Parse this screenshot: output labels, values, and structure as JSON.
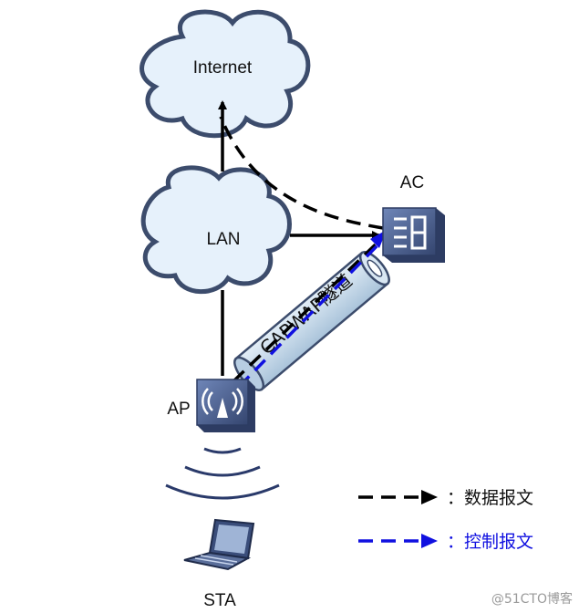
{
  "nodes": {
    "internet": "Internet",
    "lan": "LAN",
    "ac": "AC",
    "ap": "AP",
    "sta": "STA"
  },
  "tunnel": {
    "label": "CAPWAP隧道"
  },
  "legend": {
    "data_packet": "：数据报文",
    "control_packet": "：控制报文"
  },
  "watermark": "@51CTO博客",
  "colors": {
    "cloud_fill": "#e6f1fb",
    "cloud_stroke": "#3c4c6c",
    "tunnel_fill": "#c9dcec",
    "data_line": "#000000",
    "control_line": "#1010e0",
    "device_fill": "#4a5f8f",
    "signal_arc": "#2a3a6a"
  }
}
